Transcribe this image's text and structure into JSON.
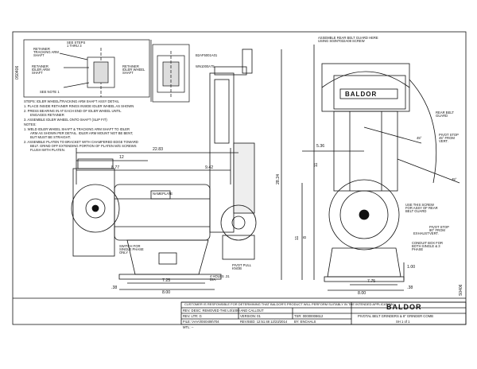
{
  "sheet": {
    "drawing_number_side": "0S0406",
    "drawing_number_right": "S0406",
    "disclaimer": "CUSTOMER IS RESPONSIBLE FOR DETERMINING THAT BALDOR'S PRODUCT WILL PERFORM SUITABLY IN THE INTENDED APPLICATION.",
    "brand": "BALDOR",
    "title": "PIVOTAL BELT GRINDERS & 8\" GRINDER COMB",
    "sheet_no": "SH 1 of 1"
  },
  "title_block": {
    "rev_desc": "REV. DESC: REMOVED THE L0/1000 AND CALLOUT",
    "version": "VERSION: 01",
    "tsr": "TSR: 00000008612",
    "rev_ltr": "REV. LTR: G",
    "file": "FILE: \\AAA\\\\0S0406\\704",
    "revised": "REVISED: 12:51:48 12/23/2014",
    "by": "BY: ENCHALS",
    "mtl": "MTL: --"
  },
  "detail": {
    "retainer_tracking": "RETAINER TRACKING ARM SHAFT",
    "see_steps": "SEE STEPS 1 THRU 3",
    "retainer_idler": "RETAINER IDLER ARM SHAFT",
    "see_note": "SEE NOTE 1",
    "retainer_idler_wheel": "RETAINER IDLER WHEEL SHAFT",
    "part1": "B2AF5001A01",
    "part2": "WN1000A75"
  },
  "notes": {
    "steps_title": "STEPS:  IDLER WHEEL/TRACKING ARM SHAFT ASSY DETAIL",
    "s1": "1. PLACE INSIDE RETAINER RINGS INSIDE IDLER WHEEL AS SHOWN",
    "s2": "2. PRESS BEARING IN AT EACH END OF IDLER WHEEL UNTIL",
    "s2b": "ENGAGES RETAINER",
    "s3": "3. ASSEMBLE IDLER WHEEL ONTO SHAFT (SLIP FIT)",
    "notes_title": "NOTES:",
    "n1": "1. WELD IDLER WHEEL SHAFT & TRACKING ARM SHAFT TO IDLER",
    "n1b": "ARM AS SHOWN PER DETAIL. IDLER ARM MOUNT NOT BE BENT,",
    "n1c": "BUT MUST BE STRAIGHT.",
    "n2": "2. ASSEMBLE PLATEN TO BRACKET WITH CHAMFERED EDGE TOWARD",
    "n2b": "BELT. GRIND OFF EXTENDING PORTION OF PLATEN M/G SCREWS",
    "n2c": "FLUSH WITH PLATEN."
  },
  "front_view": {
    "d_22_83": "22.83",
    "d_12": "12",
    "d_8_77": "8.77",
    "d_9_42": "9.42",
    "nameplate": "NAMEPLATE",
    "switch": "SWITCH FOR SINGLE PHASE ONLY",
    "pivot": "PIVOT PULL KNOB",
    "holes": "4 HOLES .31 DIA.",
    "d_38": ".38",
    "d_7_25": "7.25",
    "d_8_00": "8.00",
    "d_28_24": "28.24",
    "d_11": "11"
  },
  "side_view": {
    "assemble_rear": "ASSEMBLE REAR BELT GUARD HERE USING S03NT032A08 SCREW",
    "rear_guard": "REAR BELT GUARD",
    "d_5_36": "5.36",
    "d_45": "45°",
    "pivot_stop_45": "PIVOT STOP 45° FROM VERT.",
    "use_screw": "USE THIS SCREW FOR ASSY OF REAR BELT GUARD",
    "pivot_stop_90": "PIVOT STOP 90° FROM VERT.",
    "exhaust": "EXHAUST",
    "conduit": "CONDUIT BOX FOR BOTH SINGLE & 3 PHASE",
    "d_1_00": "1.00",
    "d_7_75": "7.75",
    "d_8_00": "8.00",
    "d_38": ".38",
    "d_8": "8",
    "d_11": "11",
    "d_45b": "45°"
  }
}
